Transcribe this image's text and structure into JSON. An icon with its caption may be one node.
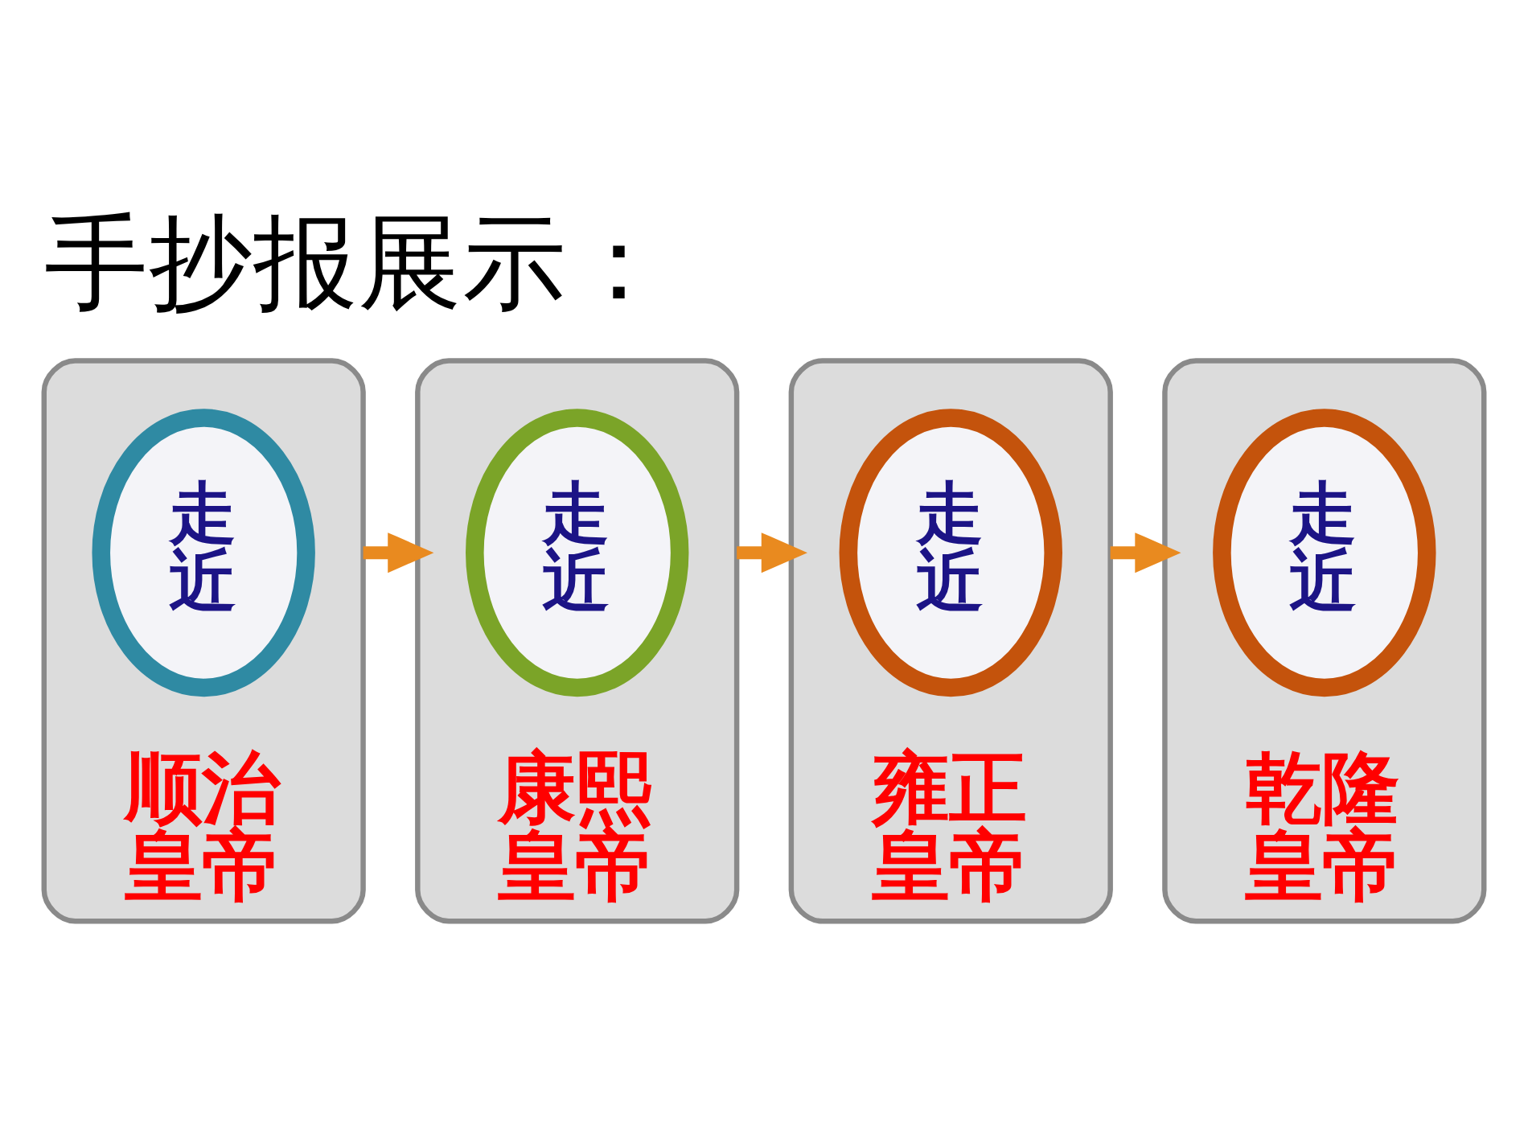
{
  "diagram": {
    "title": "手抄报展示：",
    "nodes": [
      {
        "text": [
          "顺治皇帝"
        ]
      },
      {
        "text": [
          "走近"
        ],
        "in": 0
      },
      {
        "text": [
          "康熙皇帝"
        ]
      },
      {
        "text": [
          "走近"
        ],
        "in": 2
      },
      {
        "text": [
          "雍正皇帝"
        ]
      },
      {
        "text": [
          "走近"
        ],
        "in": 4
      },
      {
        "text": [
          "乾隆皇帝"
        ]
      },
      {
        "text": [
          "走近"
        ],
        "in": 6
      }
    ],
    "edges": [
      {
        "from": 0,
        "to": 2,
        "arrow": "to"
      },
      {
        "from": 2,
        "to": 4,
        "arrow": "to"
      },
      {
        "from": 4,
        "to": 6,
        "arrow": "to"
      }
    ]
  }
}
